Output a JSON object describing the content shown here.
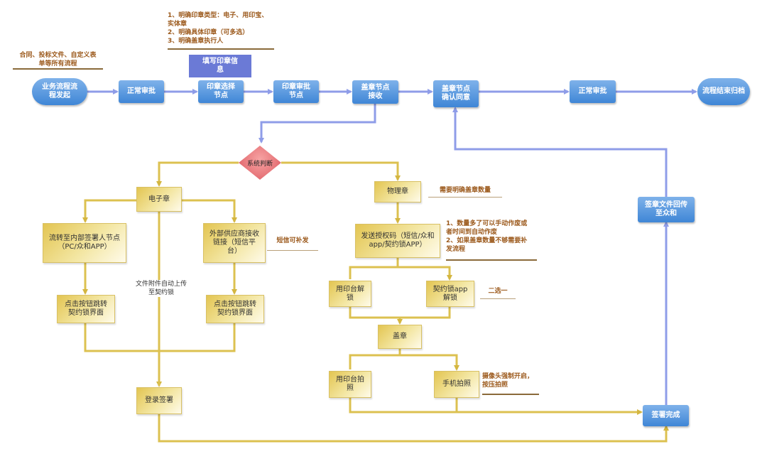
{
  "nodes": {
    "start": "业务流程流程发起",
    "normal_approval_1": "正常审批",
    "seal_select": "印章选择节点",
    "seal_approval": "印章审批节点",
    "stamp_receive": "盖章节点接收",
    "stamp_confirm": "盖章节点确认同意",
    "normal_approval_2": "正常审批",
    "end": "流程结束归档",
    "fill_seal_info": "填写印章信息",
    "system_judge": "系统判断",
    "electronic_seal": "电子章",
    "physical_seal": "物理章",
    "internal_flow": "流转至内部签署人节点（PC/众和APP）",
    "external_link": "外部供应商接收链接（短信平台）",
    "click_jump_1": "点击按钮跳转契约锁界面",
    "click_jump_2": "点击按钮跳转契约锁界面",
    "auto_upload": "文件附件自动上传至契约锁",
    "login_sign": "登录签署",
    "send_auth_code": "发送授权码（短信/众和app/契约锁APP）",
    "unlock_by_seal_machine": "用印台解锁",
    "unlock_by_app": "契约锁app解锁",
    "stamp": "盖章",
    "photo_by_seal_machine": "用印台拍照",
    "photo_by_phone": "手机拍照",
    "sign_complete": "签署完成",
    "return_file": "签章文件回传至众和"
  },
  "notes": {
    "start_note": "合同、投标文件、自定义表单等所有流程",
    "seal_note_1": "1、明确印章类型：电子、用印宝、实体章",
    "seal_note_2": "2、明确具体印章（可多选）",
    "seal_note_3": "3、明确盖章执行人",
    "sms_resend": "短信可补发",
    "stamp_count": "需要明确盖章数量",
    "auth_note_1": "1、数量多了可以手动作废或者时间到自动作废",
    "auth_note_2": "2、如果盖章数量不够需要补发流程",
    "choose_one": "二选一",
    "camera_note": "摄像头强制开启，按压拍照"
  },
  "colors": {
    "blue_node": "#4a90dd",
    "yellow_node": "#ecd77c",
    "arrow_blue": "#8f9de8",
    "arrow_yellow": "#dcc150",
    "decision": "#e8797d",
    "note_text": "#9c5a1d"
  }
}
